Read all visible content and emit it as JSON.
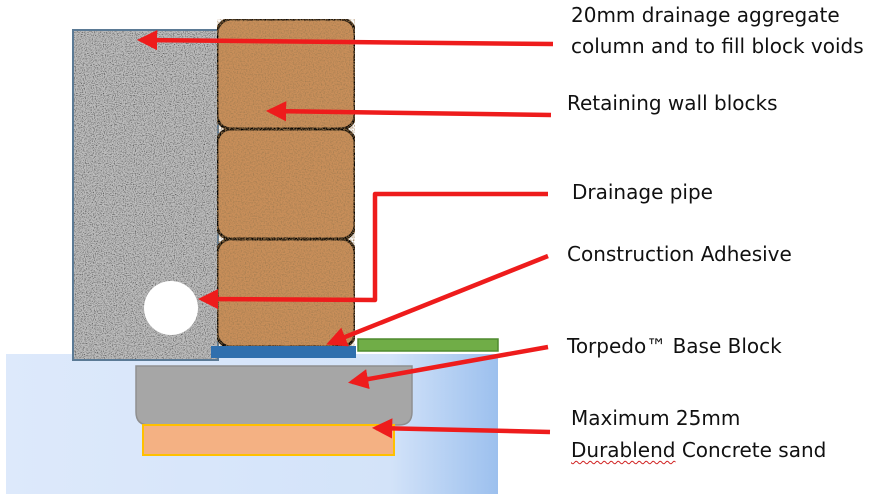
{
  "labels": {
    "aggregate": {
      "line1": "20mm drainage aggregate",
      "line2": "column and to fill block voids"
    },
    "blocks": "Retaining wall blocks",
    "pipe": "Drainage pipe",
    "adhesive": "Construction Adhesive",
    "base": "Torpedo™ Base Block",
    "sand": {
      "line1": "Maximum 25mm",
      "line2_word1": "Durablend",
      "line2_rest": " Concrete sand"
    }
  },
  "colors": {
    "ground_light": "#dfeafb",
    "ground_dark": "#9cc0ee",
    "aggregate_base": "#b9b9b9",
    "aggregate_border": "#5b7a95",
    "block_fill": "#c98f5a",
    "block_outline": "#000000",
    "adhesive_strip": "#2f6fae",
    "green_strip": "#70ad47",
    "base_block": "#a6a6a6",
    "sand_fill": "#f4b183",
    "sand_border": "#ffc000",
    "arrow": "#ee1c1c",
    "pipe": "#ffffff"
  }
}
